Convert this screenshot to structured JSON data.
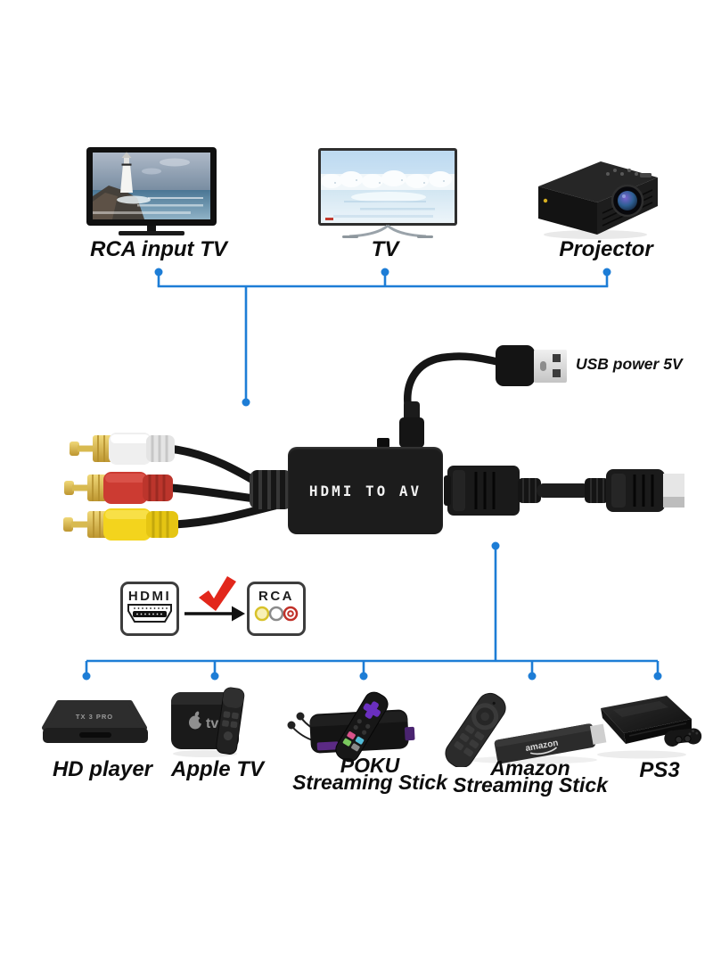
{
  "colors": {
    "line_blue": "#1d7dd6",
    "check_red": "#e2271b",
    "rca_white": "#efefef",
    "rca_red": "#cc3b32",
    "rca_yellow": "#f3d41d",
    "gold": "#d4ad3e",
    "label_color": "#0d0d0d"
  },
  "top_devices": [
    {
      "label": "RCA input TV"
    },
    {
      "label": "TV"
    },
    {
      "label": "Projector"
    }
  ],
  "converter": {
    "label": "HDMI TO AV",
    "usb_label": "USB power 5V"
  },
  "diagram": {
    "from": "HDMI",
    "to": "RCA"
  },
  "bottom_devices": [
    {
      "label": "HD player",
      "brand": "TX 3 PRO"
    },
    {
      "label": "Apple TV",
      "logo": "tv"
    },
    {
      "label": "POKU",
      "sublabel": "Streaming Stick"
    },
    {
      "label": "Amazon",
      "sublabel": "Streaming Stick",
      "brand": "amazon"
    },
    {
      "label": "PS3"
    }
  ]
}
